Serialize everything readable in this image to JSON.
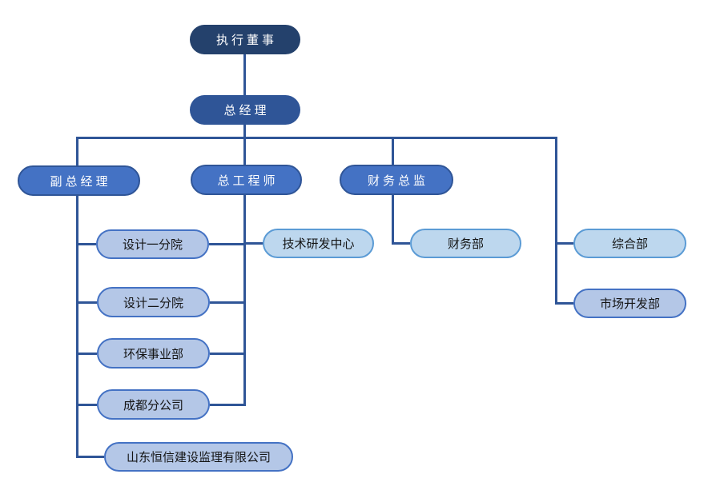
{
  "diagram": {
    "type": "org-chart",
    "background": "#FFFFFF",
    "colors": {
      "level1_fill": "#24416C",
      "level2_fill": "#2F5597",
      "level3_fill": "#4472C4",
      "level3_border": "#2F5597",
      "lavender_fill": "#B4C7E7",
      "lavender_border": "#4472C4",
      "sky_fill": "#BDD7EE",
      "sky_border": "#5B9BD5",
      "connector": "#2F5597",
      "text_on_dark": "#FFFFFF",
      "text_on_light": "#141414"
    },
    "nodes": {
      "executive_director": {
        "label": "执行董事",
        "reports_to": null
      },
      "general_manager": {
        "label": "总经理",
        "reports_to": "执行董事"
      },
      "deputy_general_manager": {
        "label": "副总经理",
        "reports_to": "总经理"
      },
      "chief_engineer": {
        "label": "总工程师",
        "reports_to": "总经理"
      },
      "finance_director": {
        "label": "财务总监",
        "reports_to": "总经理"
      },
      "design_branch_1": {
        "label": "设计一分院",
        "reports_to": "副总经理 / 总工程师"
      },
      "tech_rd_center": {
        "label": "技术研发中心",
        "reports_to": "总工程师"
      },
      "finance_dept": {
        "label": "财务部",
        "reports_to": "财务总监"
      },
      "general_dept": {
        "label": "综合部",
        "reports_to": "总经理"
      },
      "design_branch_2": {
        "label": "设计二分院",
        "reports_to": "副总经理 / 总工程师"
      },
      "market_dev_dept": {
        "label": "市场开发部",
        "reports_to": "总经理"
      },
      "env_business_dept": {
        "label": "环保事业部",
        "reports_to": "副总经理 / 总工程师"
      },
      "chengdu_branch": {
        "label": "成都分公司",
        "reports_to": "副总经理 / 总工程师"
      },
      "shandong_hengxin": {
        "label": "山东恒信建设监理有限公司",
        "reports_to": "副总经理"
      }
    }
  }
}
